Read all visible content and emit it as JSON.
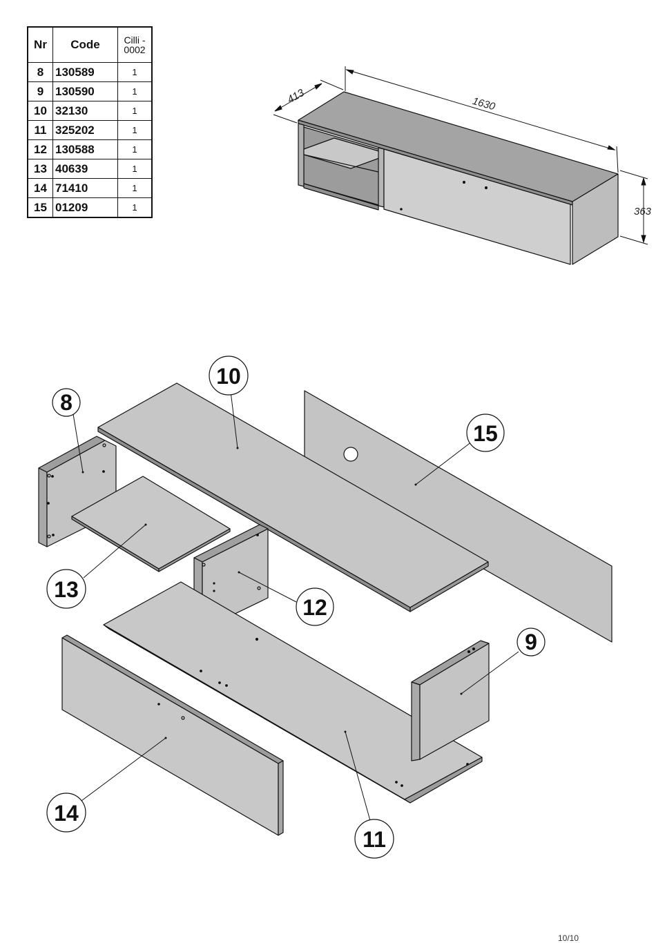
{
  "parts_table": {
    "headers": {
      "nr": "Nr",
      "code": "Code",
      "qty_line1": "Cilli -",
      "qty_line2": "0002"
    },
    "rows": [
      {
        "nr": "8",
        "code": "130589",
        "qty": "1"
      },
      {
        "nr": "9",
        "code": "130590",
        "qty": "1"
      },
      {
        "nr": "10",
        "code": "32130",
        "qty": "1"
      },
      {
        "nr": "11",
        "code": "325202",
        "qty": "1"
      },
      {
        "nr": "12",
        "code": "130588",
        "qty": "1"
      },
      {
        "nr": "13",
        "code": "40639",
        "qty": "1"
      },
      {
        "nr": "14",
        "code": "71410",
        "qty": "1"
      },
      {
        "nr": "15",
        "code": "01209",
        "qty": "1"
      }
    ]
  },
  "dimensions": {
    "depth": "413",
    "width": "1630",
    "height": "363"
  },
  "callouts": {
    "c8": "8",
    "c9": "9",
    "c10": "10",
    "c11": "11",
    "c12": "12",
    "c13": "13",
    "c14": "14",
    "c15": "15"
  },
  "page_number": "10/10",
  "colors": {
    "panel": "#c6c6c6",
    "panel_dark": "#a2a2a2",
    "panel_edge": "#8c8c8c",
    "line": "#111111"
  }
}
